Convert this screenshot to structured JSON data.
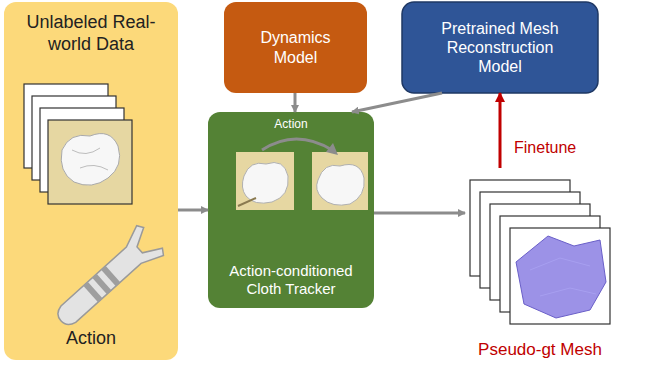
{
  "diagram": {
    "nodes": [
      {
        "text": [
          "Unlabeled Real-world Data",
          "Action"
        ]
      },
      {
        "text": [
          "Dynamics Model"
        ]
      },
      {
        "text": [
          "Pretrained Mesh Reconstruction Model"
        ]
      },
      {
        "text": [
          "Action",
          "Action-conditioned Cloth Tracker"
        ]
      },
      {
        "text": [
          "Pseudo-gt Mesh"
        ]
      }
    ],
    "edges": [
      {
        "from": 1,
        "to": 3,
        "arrow": "to"
      },
      {
        "from": 2,
        "to": 3,
        "arrow": "to"
      },
      {
        "from": 0,
        "to": 3,
        "arrow": "to"
      },
      {
        "from": 3,
        "to": 4,
        "arrow": "to"
      },
      {
        "from": 4,
        "to": 2,
        "label": "Finetune",
        "arrow": "to"
      }
    ]
  }
}
